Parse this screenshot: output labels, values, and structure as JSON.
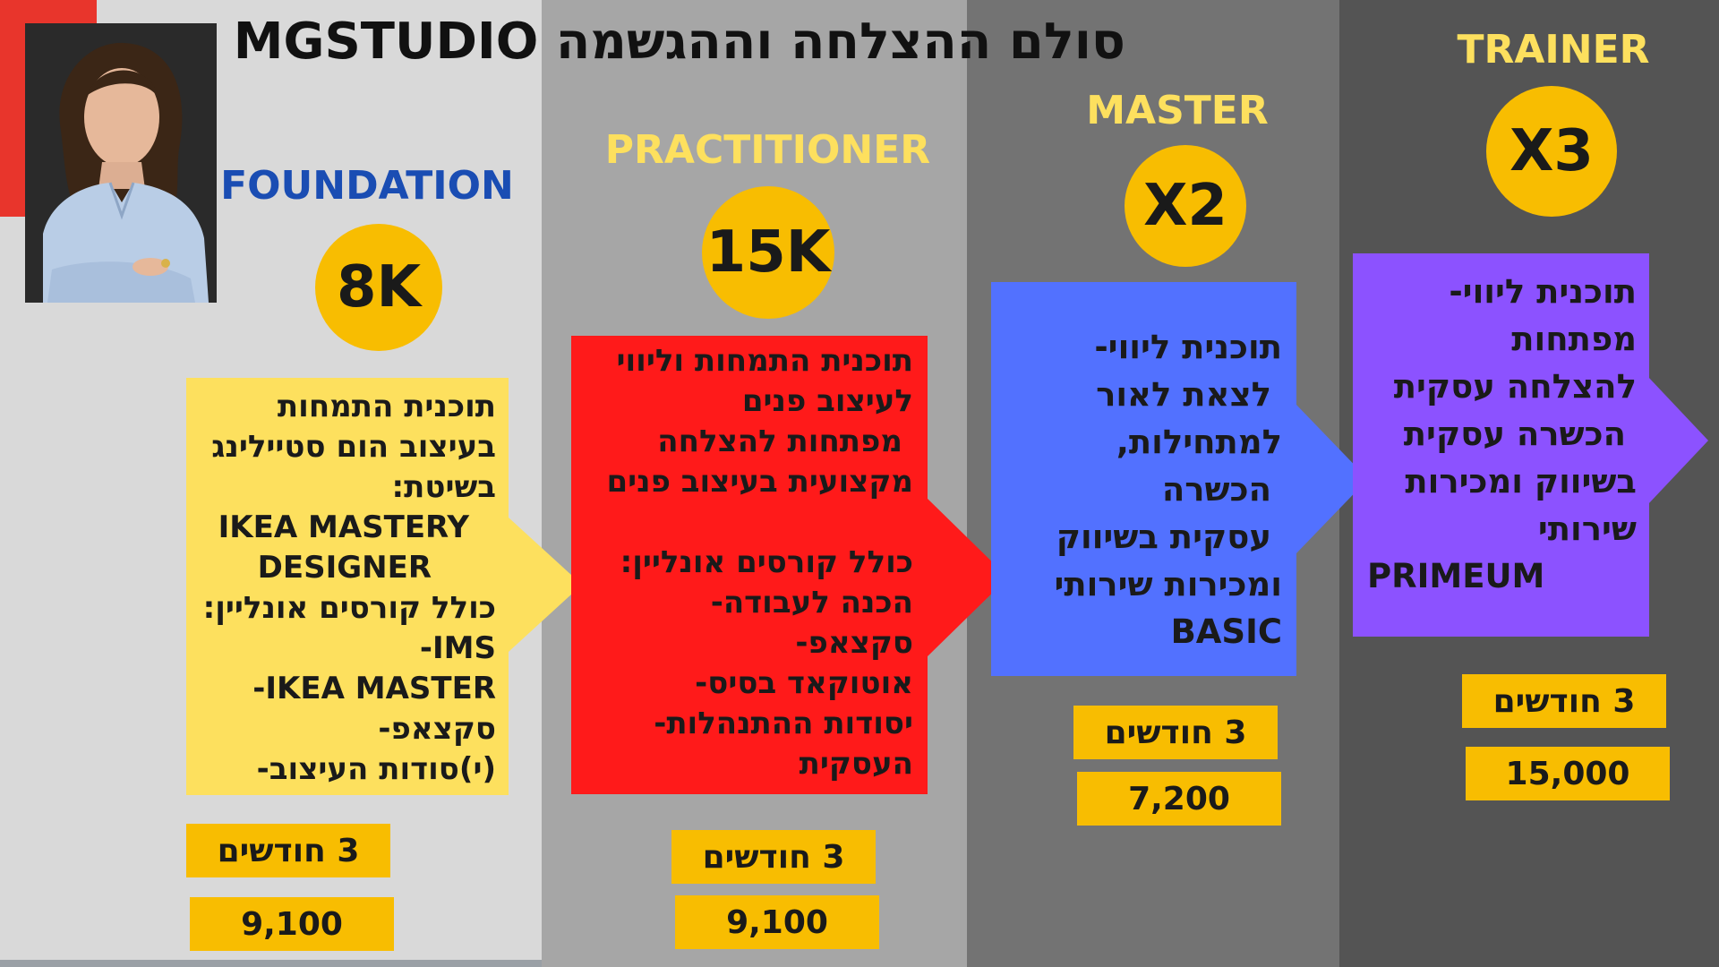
{
  "title": "סולם ההצלחה וההגשמה MGSTUDIO",
  "accent_colors": {
    "yellow": "#f8bd01",
    "blue_label": "#1a4db3",
    "foundation_box": "#fde05e",
    "practitioner_box": "#ff1a1a",
    "master_box": "#5271ff",
    "trainer_box": "#8c52ff"
  },
  "tiers": [
    {
      "level": "FOUNDATION",
      "badge": "8K",
      "lines": [
        "תוכנית התמחות",
        "בעיצוב הום סטיילינג",
        "בשיטת:",
        "IKEA MASTERY",
        "DESIGNER",
        "כולל קורסים אונליין:",
        "IMS-",
        "IKEA MASTER-",
        "סקצאפ-",
        "(י)סודות העיצוב-"
      ],
      "duration": "3 חודשים",
      "price": "9,100"
    },
    {
      "level": "PRACTITIONER",
      "badge": "15K",
      "lines": [
        "תוכנית התמחות וליווי",
        "לעיצוב פנים",
        "מפתחות להצלחה",
        "מקצועית בעיצוב פנים",
        "",
        "כולל קורסים אונליין:",
        "הכנה לעבודה-",
        "סקצאפ-",
        "אוטוקאד בסיס-",
        "יסודות ההתנהלות-",
        "העסקית"
      ],
      "duration": "3 חודשים",
      "price": "9,100"
    },
    {
      "level": "MASTER",
      "badge": "X2",
      "lines": [
        "תוכנית ליווי-",
        "לצאת לאור",
        "למתחילות,",
        "הכשרה",
        "עסקית בשיווק",
        "ומכירות שירותי",
        "BASIC"
      ],
      "duration": "3 חודשים",
      "price": "7,200"
    },
    {
      "level": "TRAINER",
      "badge": "X3",
      "lines": [
        "תוכנית ליווי-",
        "מפתחות",
        "להצלחה עסקית",
        "הכשרה עסקית",
        "בשיווק ומכירות",
        "שירותי",
        "PRIMEUM"
      ],
      "duration": "3 חודשים",
      "price": "15,000"
    }
  ]
}
